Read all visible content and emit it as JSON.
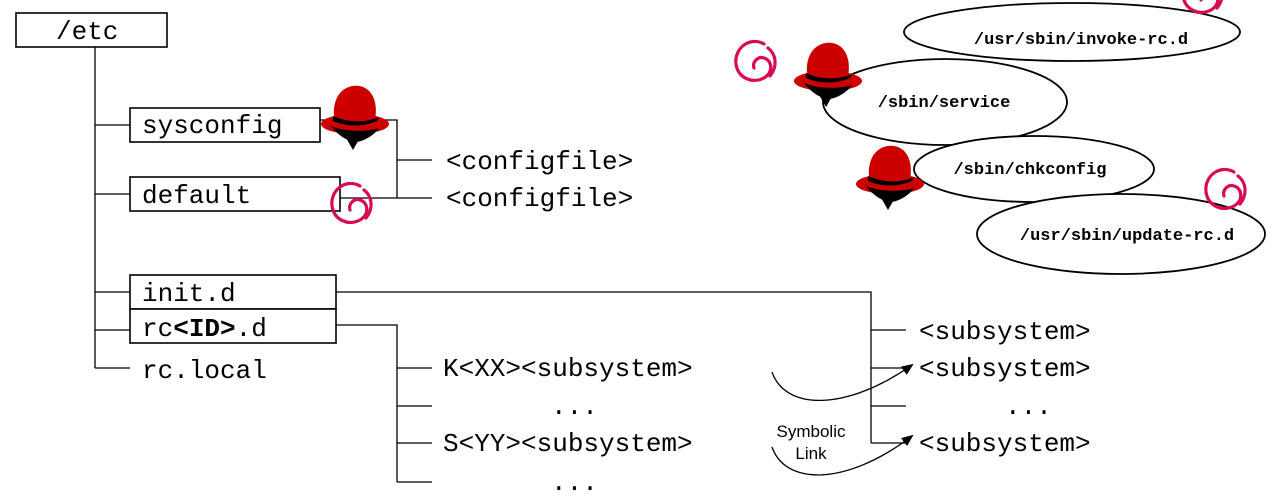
{
  "tree": {
    "root": "/etc",
    "sysconfig": "sysconfig",
    "default": "default",
    "configfile_1": "<configfile>",
    "configfile_2": "<configfile>",
    "init_d": "init.d",
    "rc_prefix": "rc",
    "rc_id": "<ID>",
    "rc_suffix": ".d",
    "rc_local": "rc.local",
    "k_link": "K<XX><subsystem>",
    "ellipsis_1": "...",
    "s_link": "S<YY><subsystem>",
    "ellipsis_2": "...",
    "subsystem_1": "<subsystem>",
    "subsystem_2": "<subsystem>",
    "ellipsis_3": "...",
    "subsystem_3": "<subsystem>",
    "symlink_line1": "Symbolic",
    "symlink_line2": "Link"
  },
  "tools": {
    "invoke_rc": "/usr/sbin/invoke-rc.d",
    "service": "/sbin/service",
    "chkconfig": "/sbin/chkconfig",
    "update_rc": "/usr/sbin/update-rc.d"
  },
  "icons": {
    "redhat": "redhat-logo-icon",
    "debian": "debian-swirl-icon"
  },
  "colors": {
    "debian_red": "#d70a53",
    "redhat_red": "#cc0000",
    "redhat_black": "#000000"
  }
}
